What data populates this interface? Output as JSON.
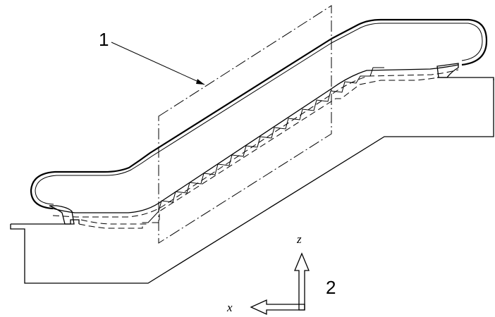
{
  "labels": {
    "plane_marker": "1",
    "axes_marker": "2",
    "axis_z": "z",
    "axis_x": "x"
  }
}
